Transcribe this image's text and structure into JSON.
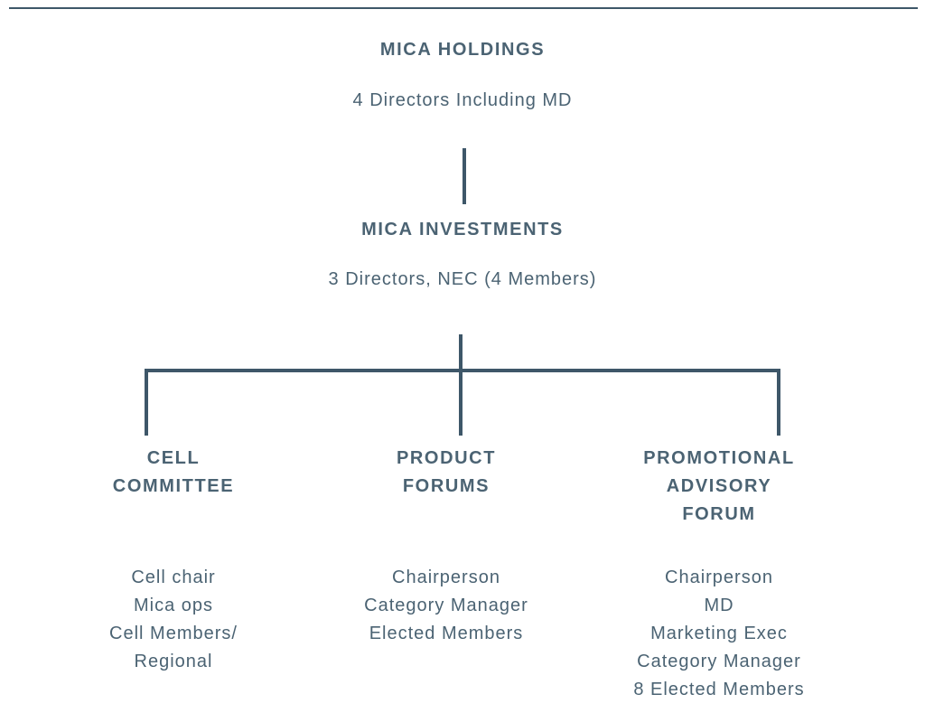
{
  "holdings": {
    "title": "MICA HOLDINGS",
    "subtitle": "4 Directors Including MD"
  },
  "investments": {
    "title": "MICA INVESTMENTS",
    "subtitle": "3 Directors, NEC (4 Members)"
  },
  "cell_committee": {
    "title_lines": [
      "CELL",
      "COMMITTEE"
    ],
    "members": [
      "Cell chair",
      "Mica ops",
      "Cell Members/",
      "Regional"
    ]
  },
  "product_forums": {
    "title_lines": [
      "PRODUCT",
      "FORUMS"
    ],
    "members": [
      "Chairperson",
      "Category Manager",
      "Elected Members"
    ]
  },
  "promotional_forum": {
    "title_lines": [
      "PROMOTIONAL",
      "ADVISORY",
      "FORUM"
    ],
    "members": [
      "Chairperson",
      "MD",
      "Marketing Exec",
      "Category Manager",
      "8 Elected Members"
    ]
  },
  "colors": {
    "line": "#3e5769",
    "text": "#4b6373"
  }
}
